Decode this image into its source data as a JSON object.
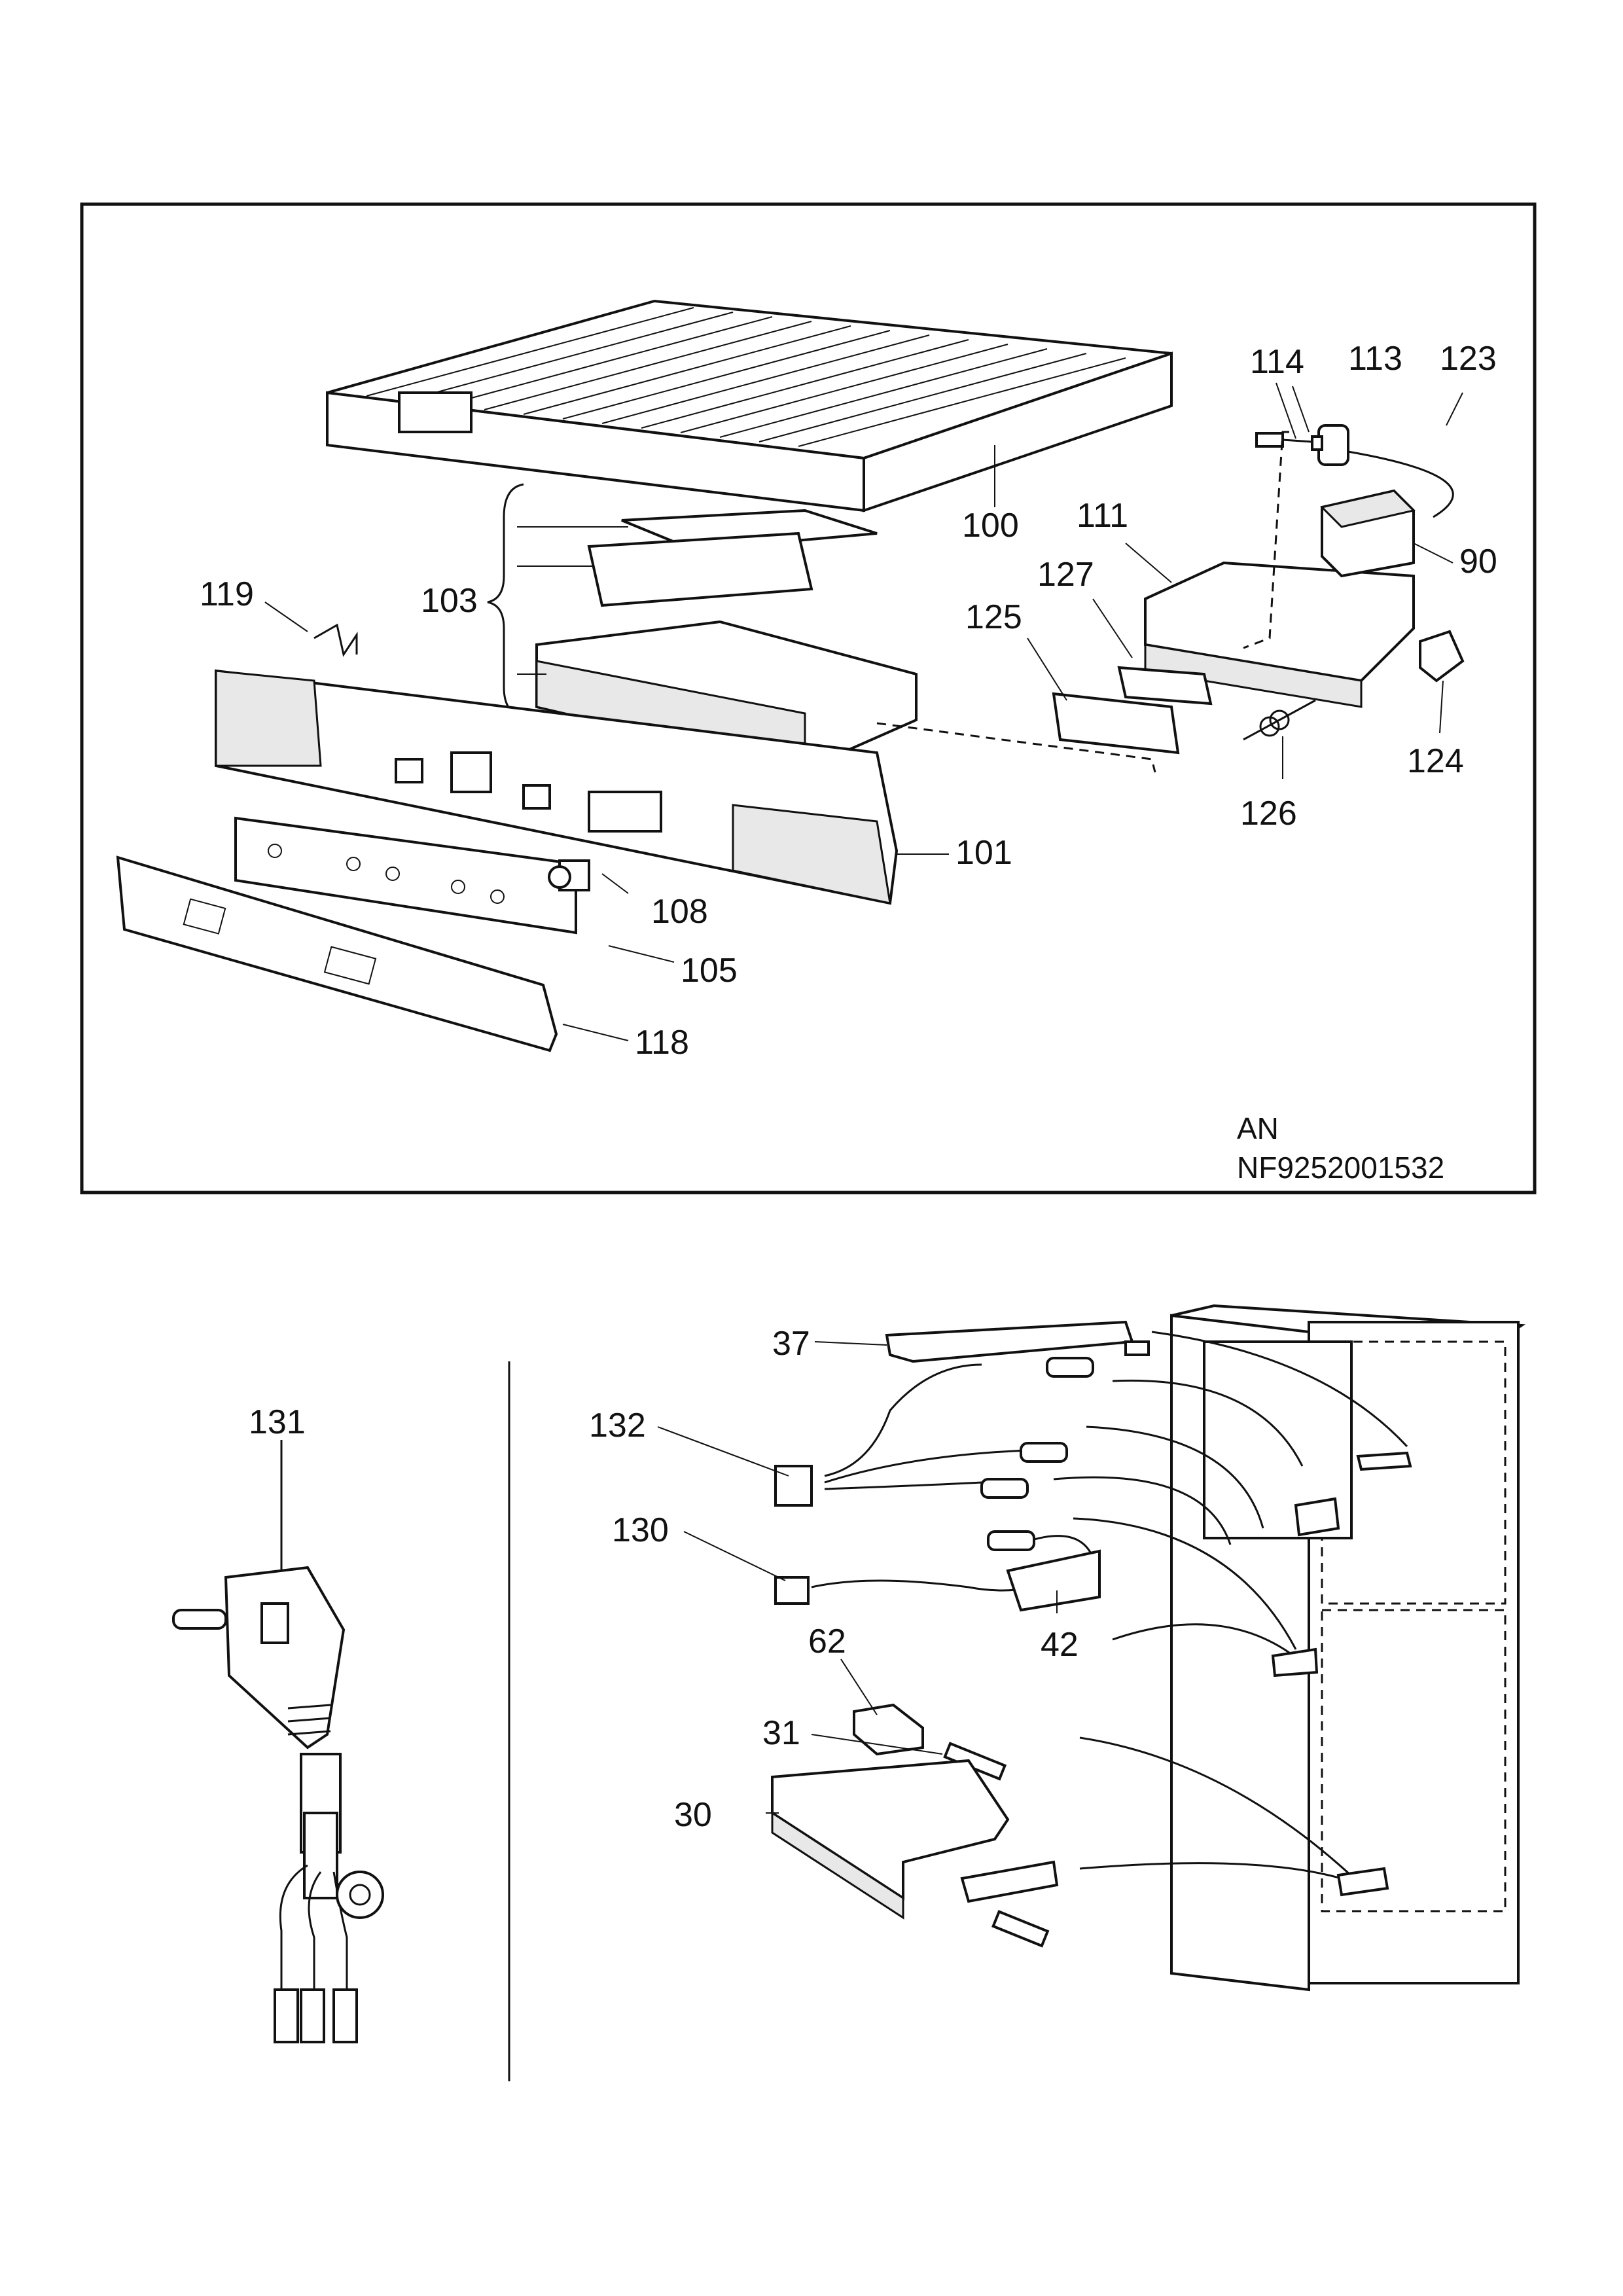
{
  "top_panel": {
    "labels": [
      "100",
      "101",
      "103",
      "105",
      "108",
      "111",
      "113",
      "114",
      "118",
      "119",
      "123",
      "124",
      "125",
      "126",
      "127",
      "90"
    ],
    "lang_code": "AN",
    "doc_number": "NF9252001532"
  },
  "bottom_left": {
    "labels": [
      "131"
    ]
  },
  "bottom_right": {
    "labels": [
      "37",
      "132",
      "130",
      "42",
      "62",
      "31",
      "30"
    ]
  }
}
